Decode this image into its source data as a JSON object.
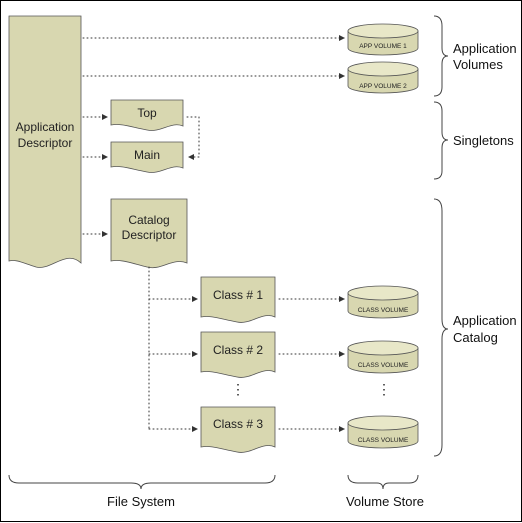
{
  "app_descriptor": {
    "line1": "Application",
    "line2": "Descriptor"
  },
  "singletons_docs": {
    "top": "Top",
    "main": "Main"
  },
  "catalog_descriptor": {
    "line1": "Catalog",
    "line2": "Descriptor"
  },
  "classes": [
    "Class # 1",
    "Class # 2",
    "Class # 3"
  ],
  "app_volumes": [
    "APP VOLUME 1",
    "APP VOLUME 2"
  ],
  "class_volume": "CLASS VOLUME",
  "groups": {
    "application_volumes": {
      "line1": "Application",
      "line2": "Volumes"
    },
    "singletons": "Singletons",
    "application_catalog": {
      "line1": "Application",
      "line2": "Catalog"
    }
  },
  "bottom": {
    "file_system": "File System",
    "volume_store": "Volume Store"
  },
  "ellipsis": "⋮"
}
